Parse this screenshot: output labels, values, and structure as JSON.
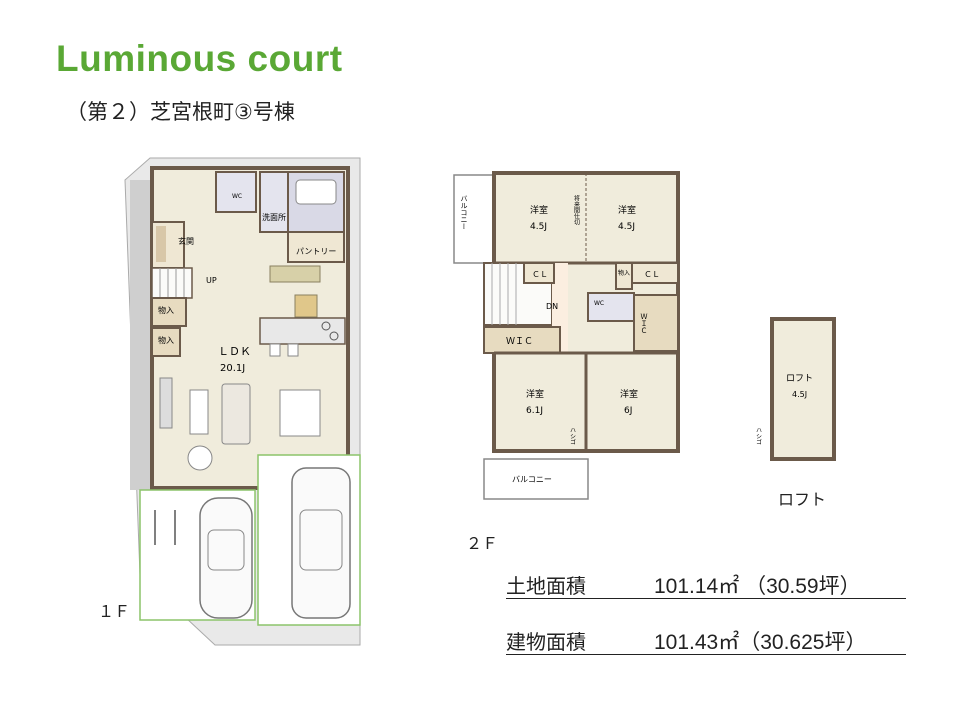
{
  "title": "Luminous court",
  "subtitle": "（第２）芝宮根町③号棟",
  "floors": {
    "f1": {
      "label": "１Ｆ",
      "rooms": {
        "entrance": "玄関",
        "up": "UP",
        "wc": "WC",
        "washroom": "洗面所",
        "pantry": "パントリー",
        "storage1": "物入",
        "storage2": "物入",
        "ldk": "ＬＤＫ",
        "ldk_size": "20.1J"
      }
    },
    "f2": {
      "label": "２Ｆ",
      "rooms": {
        "balcony_left": "バルコニー",
        "room_a": "洋室",
        "room_a_size": "4.5J",
        "room_b": "洋室",
        "room_b_size": "4.5J",
        "partition": "将来間仕切",
        "cl1": "ＣＬ",
        "cl2": "ＣＬ",
        "storage": "物入",
        "dn": "DN",
        "wc": "WC",
        "wic1": "ＷＩＣ",
        "wic2": "ＷＩＣ",
        "room_c": "洋室",
        "room_c_size": "6.1J",
        "room_d": "洋室",
        "room_d_size": "6J",
        "hashigo": "ハシゴ",
        "balcony_bottom": "バルコニー"
      }
    },
    "loft": {
      "label": "ロフト",
      "room": "ロフト",
      "room_size": "4.5J",
      "hashigo": "ハシゴ"
    }
  },
  "areas": [
    {
      "label": "土地面積",
      "value": "101.14㎡ （30.59坪）"
    },
    {
      "label": "建物面積",
      "value": "101.43㎡（30.625坪）"
    }
  ],
  "colors": {
    "title": "#5aa835",
    "wall": "#6b5a4a",
    "floor": "#f0ecdc",
    "green_line": "#8cc46a"
  }
}
